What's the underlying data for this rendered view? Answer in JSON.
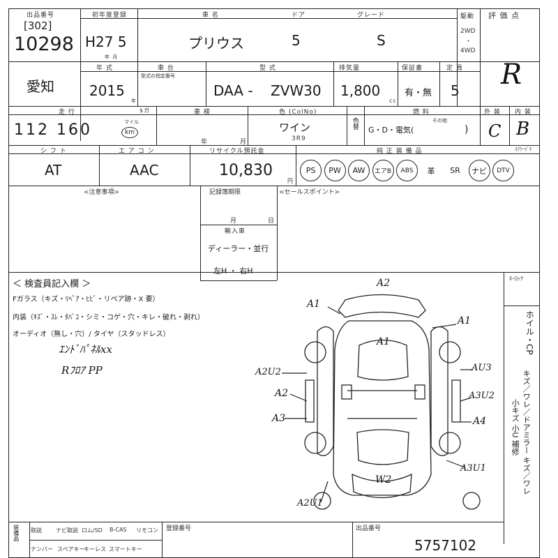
{
  "header": {
    "lot_label": "出品番号",
    "lot_sub": "[302]",
    "lot_number": "10298",
    "first_reg_label": "初年度登録",
    "first_reg": "H27 5",
    "first_reg_sub": "年  月",
    "car_name_label": "車 名",
    "car_name": "プリウス",
    "doors_label": "ドア",
    "doors": "5",
    "grade_label": "グレード",
    "grade": "S",
    "drive_label": "駆動",
    "drive_2wd": "2WD",
    "drive_dot": "・",
    "drive_4wd": "4WD",
    "score_label": "評 価 点",
    "score": "R"
  },
  "row2": {
    "region": "愛知",
    "year_label": "年 式",
    "year": "2015",
    "year_unit": "年",
    "chassis_label": "車 台",
    "chassis_sub": "型式の指定番号",
    "model_label": "型 式",
    "model_prefix": "DAA -",
    "model_code": "ZVW30",
    "displacement_label": "排気量",
    "displacement": "1,800",
    "displacement_unit": "cc",
    "warranty_label": "保証書",
    "warranty": "有・無",
    "capacity_label": "定 員",
    "capacity": "5"
  },
  "row3": {
    "mileage_label": "走 行",
    "mileage_sub": "$ガ",
    "mileage": "112 160",
    "mileage_unit_mile": "マイル",
    "mileage_unit_km": "km",
    "inspection_label": "車 検",
    "inspection_year": "年",
    "inspection_month": "月",
    "color_label": "色 (ColNo)",
    "color": "ワイン",
    "color_code": "3R9",
    "color_change_label": "色替",
    "fuel_label": "燃 料",
    "fuel": "G・D・電気(",
    "fuel_other": "その他",
    "exterior_label": "外 装",
    "exterior": "C",
    "interior_label": "内 装",
    "interior": "B"
  },
  "row4": {
    "shift_label": "シ フ ト",
    "shift": "AT",
    "aircon_label": "エ ア コ ン",
    "aircon": "AAC",
    "recycle_label": "リサイクル預託金",
    "recycle": "10,830",
    "recycle_unit": "円",
    "equipment_label": "純 正 装 備 品",
    "stickers_label": "ｽｸﾗｰﾂﾞﾁ",
    "equipment": [
      "PS",
      "PW",
      "AW",
      "エアB",
      "ABS",
      "革",
      "SR",
      "ナビ",
      "DTV"
    ],
    "equipment_circled": [
      true,
      true,
      true,
      true,
      true,
      false,
      false,
      true,
      true
    ]
  },
  "notes": {
    "caution_label": "<注意事項>",
    "period_label": "記録簿期限",
    "period_month": "月",
    "period_day": "日",
    "import_label": "輸入車",
    "dealer": "ディーラー・並行",
    "steering": "左H ・ 右H",
    "sales_label": "<セールスポイント>"
  },
  "inspection": {
    "title": "＜ 検査員記入欄 ＞",
    "line1": "Fガラス（キズ・ﾘﾍﾟｱ・ﾋﾋﾞ・リペア跡・X 要）",
    "line2": "内装（ｷｽﾞ・ｽﾚ・ﾀﾊﾞｺ・シミ・コゲ・穴・キレ・破れ・剥れ）",
    "line3": "オーディオ（無し・穴）/ タイヤ（スタッドレス）",
    "hand1": "ｴﾝﾄﾞﾊﾟﾈﾙxx",
    "hand2": "Rﾌﾛｱ PP",
    "x_mark": "X",
    "approx_label": "ﾈｰﾛｯｸ"
  },
  "diagram": {
    "marks": [
      "A2",
      "A1",
      "A1",
      "A1",
      "A2U2",
      "A2",
      "A3",
      "AU3",
      "A3U2",
      "A4",
      "A3U1",
      "A2U1",
      "W2"
    ]
  },
  "legend_vertical": {
    "col1": "ホイル・CP",
    "col2": "キズ／ワレ／ドアミラー キズ／ワレ",
    "col3": "小キズ 小U 補修"
  },
  "footer": {
    "col0": "装備品",
    "cells_top": [
      "取説",
      "ナビ取説",
      "ロム/SD",
      "B-CAS",
      "リモコン"
    ],
    "cells_bottom": [
      "ナンバー",
      "スペアキー",
      "キーレス",
      "スマートキー"
    ],
    "dealer_label": "登録番号",
    "seller_label": "出品番号",
    "seller_number": "5757102"
  }
}
